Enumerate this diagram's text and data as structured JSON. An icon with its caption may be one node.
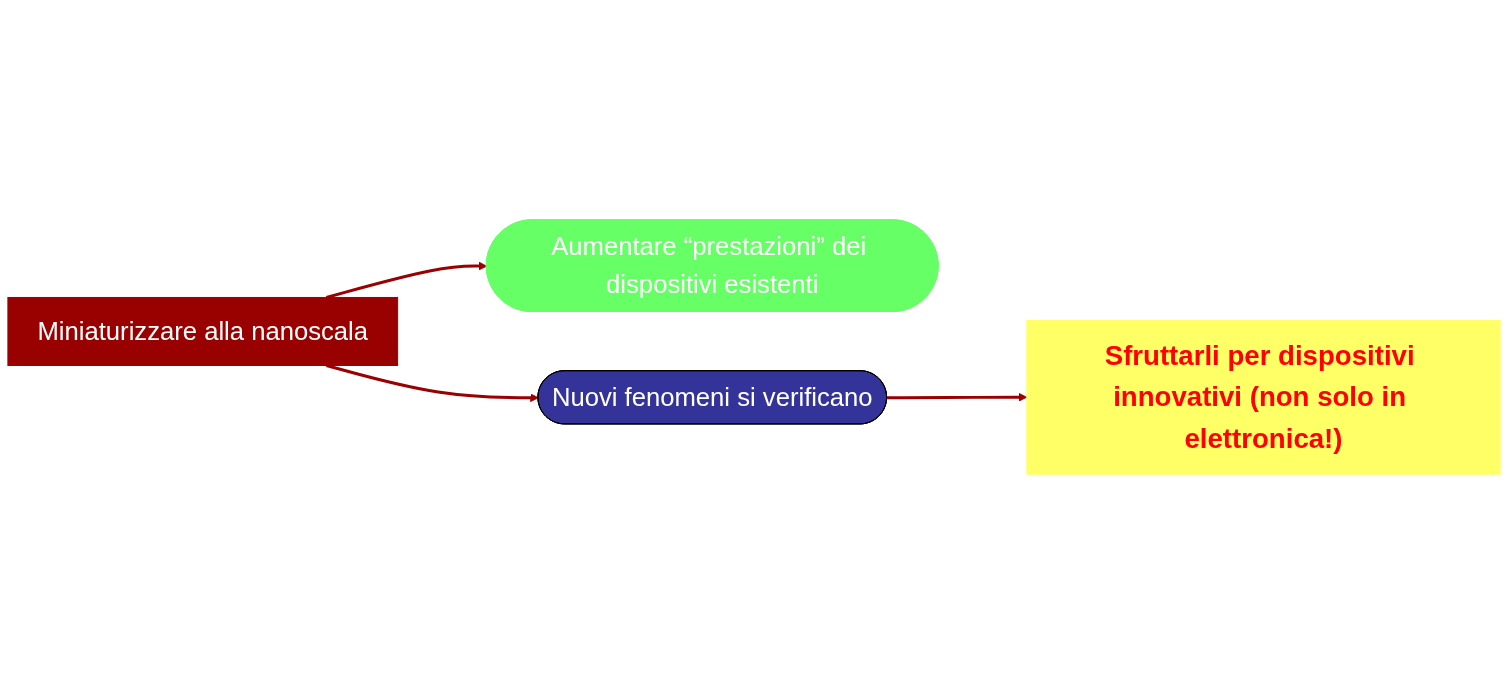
{
  "diagram": {
    "nodes": [
      {
        "text": [
          "Miniaturizzare alla nanoscala"
        ]
      },
      {
        "text": [
          "Aumentare “prestazioni” dei dispositivi esistenti"
        ]
      },
      {
        "text": [
          "Nuovi fenomeni si verificano"
        ]
      },
      {
        "text": [
          "Sfruttarli per dispositivi innovativi (non solo in elettronica!)"
        ]
      }
    ],
    "edges": [
      {
        "from": 0,
        "to": 1,
        "arrow": "to"
      },
      {
        "from": 0,
        "to": 2,
        "arrow": "to"
      },
      {
        "from": 2,
        "to": 3,
        "arrow": "to"
      }
    ]
  }
}
